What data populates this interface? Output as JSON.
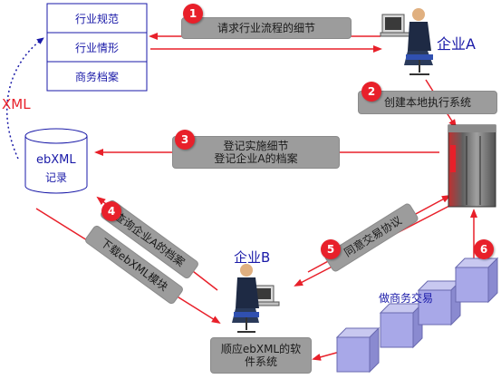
{
  "panel": {
    "items": [
      "行业规范",
      "行业情形",
      "商务档案"
    ]
  },
  "xml_label": "XML",
  "db": {
    "title": "ebXML",
    "subtitle": "记录"
  },
  "company_a": "企业A",
  "company_b": "企业B",
  "steps": [
    {
      "num": "1",
      "text": "请求行业流程的细节"
    },
    {
      "num": "2",
      "text": "创建本地执行系统"
    },
    {
      "num": "3",
      "line1": "登记实施细节",
      "line2": "登记企业A的档案"
    },
    {
      "num": "4",
      "text": "查询企业A的档案"
    },
    {
      "num": "",
      "text": "下载ebXML模块"
    },
    {
      "num": "5",
      "text": "同意交易协议"
    },
    {
      "num": "6",
      "text": ""
    }
  ],
  "trade_label": "做商务交易",
  "result": {
    "line1": "顺应ebXML的软",
    "line2": "件系统"
  },
  "colors": {
    "arrow": "#e8202a",
    "pill": "#9c9c9c",
    "badge": "#e8202a",
    "text_blue": "#1a1aa8",
    "cube": "#a8a8e8"
  }
}
